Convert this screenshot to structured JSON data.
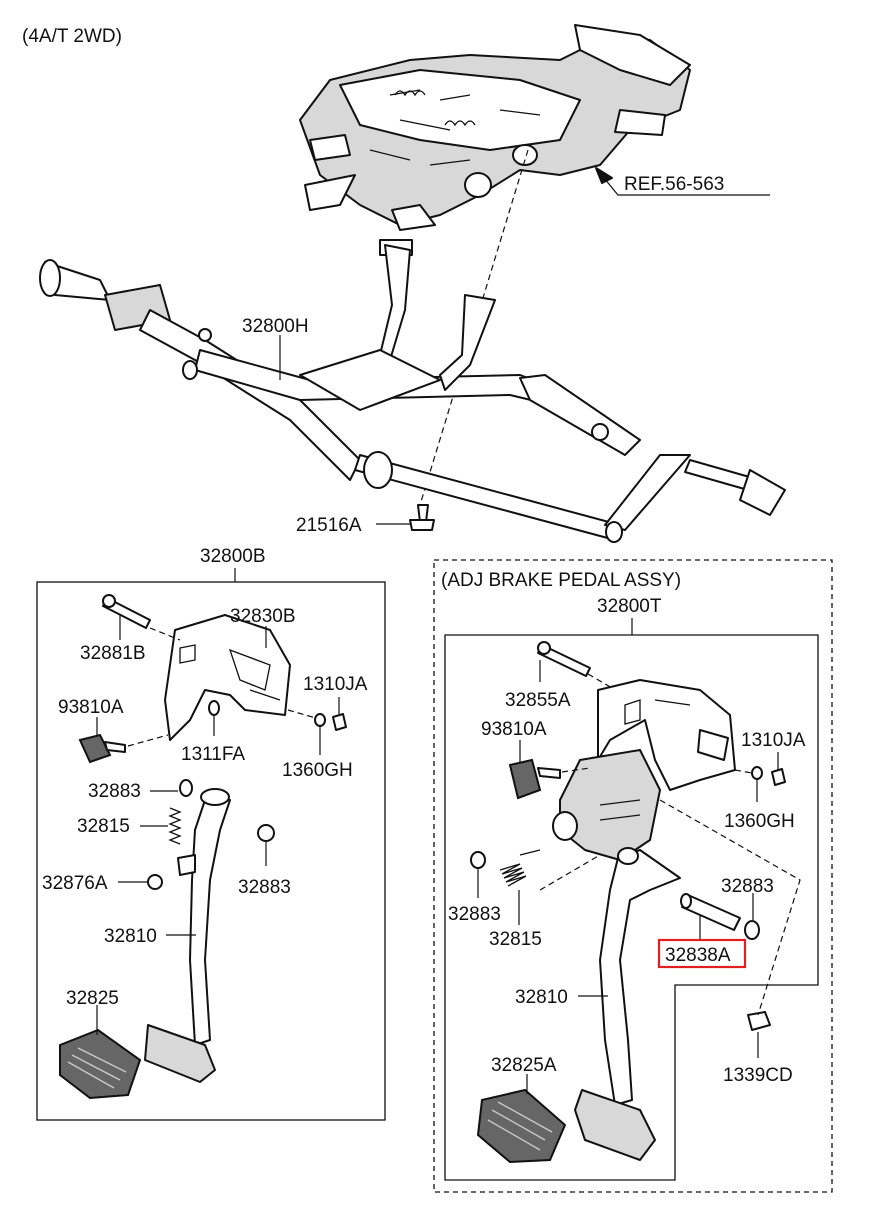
{
  "header": {
    "variant": "(4A/T 2WD)"
  },
  "reference": {
    "label": "REF.56-563"
  },
  "upper_assembly": {
    "support_label": "32800H",
    "bolt_label": "21516A"
  },
  "left_box": {
    "title": "32800B",
    "labels": {
      "pin": "32881B",
      "bracket": "32830B",
      "nut": "1310JA",
      "switch": "93810A",
      "spacer": "1311FA",
      "washer": "1360GH",
      "bush_top": "32883",
      "spring": "32815",
      "bush_right": "32883",
      "stopper": "32876A",
      "pedal": "32810",
      "pad": "32825"
    }
  },
  "right_box": {
    "heading": "(ADJ BRAKE PEDAL ASSY)",
    "title": "32800T",
    "labels": {
      "pin": "32855A",
      "nut": "1310JA",
      "switch": "93810A",
      "washer": "1360GH",
      "bush_right": "32883",
      "bush_left": "32883",
      "spring": "32815",
      "shaft": "32838A",
      "pedal": "32810",
      "nut2": "1339CD",
      "pad": "32825A"
    },
    "highlight_color": "#e02020"
  }
}
